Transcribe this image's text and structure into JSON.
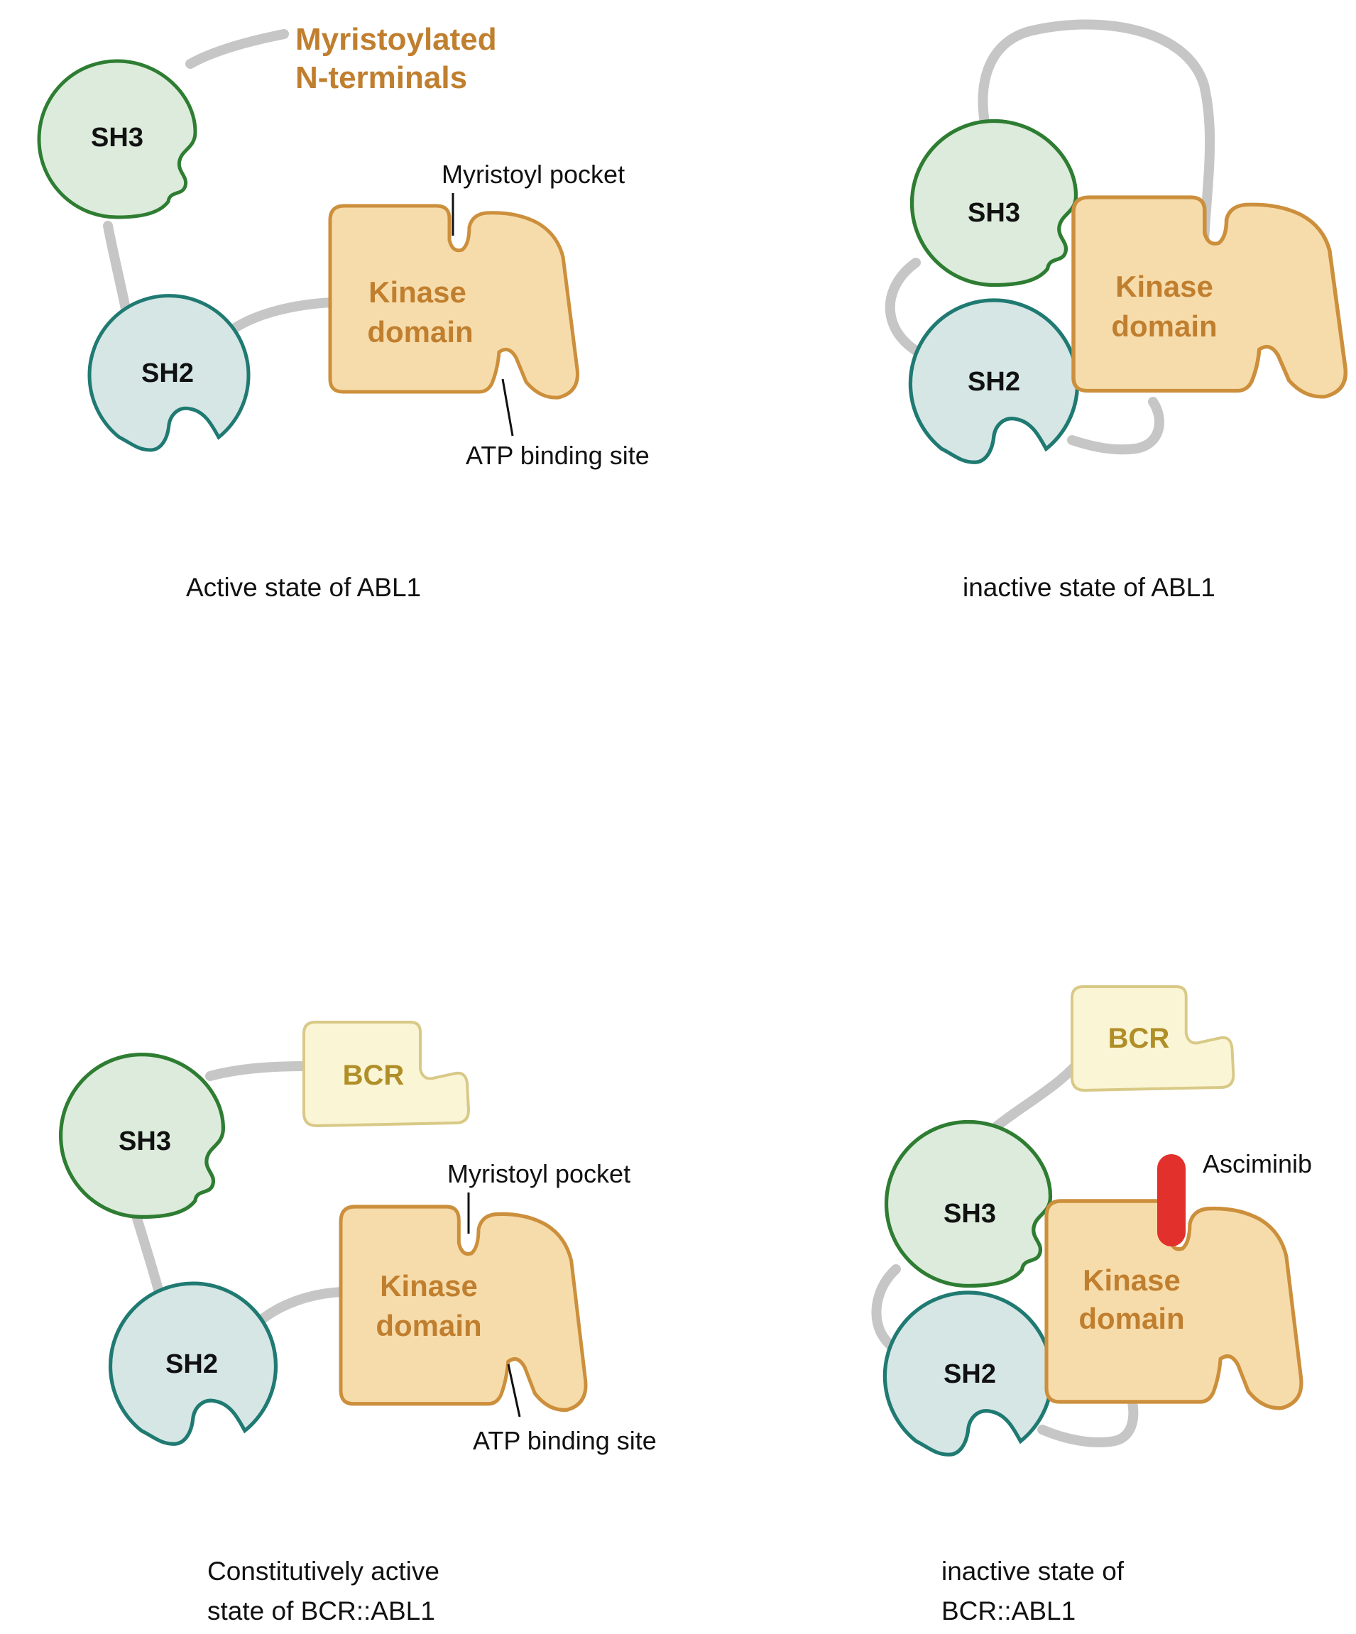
{
  "colors": {
    "linker": "#c6c6c6",
    "sh3_fill": "#dcebdc",
    "sh3_stroke": "#2e7d32",
    "sh2_fill": "#d6e6e5",
    "sh2_stroke": "#1f7a72",
    "kinase_fill": "#f7dcab",
    "kinase_stroke": "#cc8f3c",
    "kinase_text": "#c07f2f",
    "bcr_fill": "#faf5d5",
    "bcr_stroke": "#d8c987",
    "bcr_text": "#b08e28",
    "asciminib": "#e2302c",
    "text": "#111111"
  },
  "icons": [
    "sh3-domain",
    "sh2-domain",
    "kinase-domain",
    "bcr-domain",
    "asciminib-molecule"
  ],
  "panels": {
    "active_abl1": {
      "sh3": "SH3",
      "sh2": "SH2",
      "kinase_line1": "Kinase",
      "kinase_line2": "domain",
      "myristoylated_line1": "Myristoylated",
      "myristoylated_line2": "N-terminals",
      "myristoyl_pocket": "Myristoyl pocket",
      "atp_site": "ATP binding site",
      "caption": "Active state of ABL1"
    },
    "inactive_abl1": {
      "sh3": "SH3",
      "sh2": "SH2",
      "kinase_line1": "Kinase",
      "kinase_line2": "domain",
      "caption": "inactive state of ABL1"
    },
    "active_bcr_abl1": {
      "sh3": "SH3",
      "sh2": "SH2",
      "bcr": "BCR",
      "kinase_line1": "Kinase",
      "kinase_line2": "domain",
      "myristoyl_pocket": "Myristoyl pocket",
      "atp_site": "ATP binding site",
      "caption_line1": "Constitutively active",
      "caption_line2": "state of BCR::ABL1"
    },
    "inactive_bcr_abl1": {
      "sh3": "SH3",
      "sh2": "SH2",
      "bcr": "BCR",
      "kinase_line1": "Kinase",
      "kinase_line2": "domain",
      "drug": "Asciminib",
      "caption_line1": "inactive state of",
      "caption_line2": "BCR::ABL1"
    }
  }
}
